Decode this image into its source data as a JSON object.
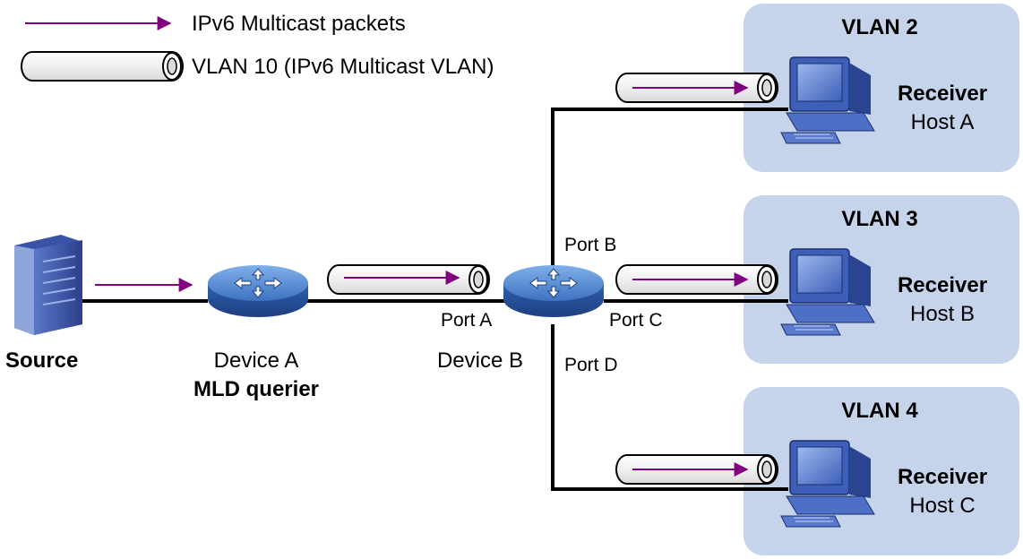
{
  "legend": {
    "packets_label": "IPv6 Multicast packets",
    "vlan_label": "VLAN 10 (IPv6 Multicast VLAN)"
  },
  "nodes": {
    "source": {
      "label": "Source"
    },
    "device_a": {
      "label": "Device A",
      "role": "MLD querier"
    },
    "device_b": {
      "label": "Device B"
    }
  },
  "ports": {
    "port_a": "Port A",
    "port_b": "Port B",
    "port_c": "Port C",
    "port_d": "Port D"
  },
  "vlans": [
    {
      "name": "VLAN 2",
      "role": "Receiver",
      "host": "Host A"
    },
    {
      "name": "VLAN 3",
      "role": "Receiver",
      "host": "Host B"
    },
    {
      "name": "VLAN 4",
      "role": "Receiver",
      "host": "Host C"
    }
  ],
  "colors": {
    "packet_arrow": "#800080",
    "vlan_box": "#c5d3eb",
    "link": "#000000",
    "device_blue": "#4a7cc9"
  },
  "icons": [
    "server-icon",
    "router-icon",
    "pc-icon",
    "tunnel-icon",
    "arrow-icon"
  ]
}
